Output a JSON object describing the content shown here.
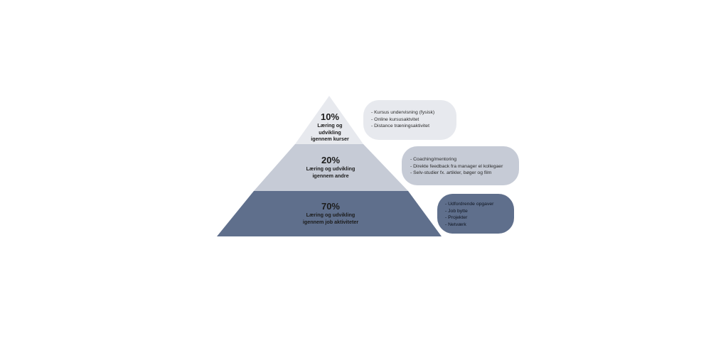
{
  "colors": {
    "tier_top": "#e7e9ee",
    "tier_middle": "#c6cbd6",
    "tier_bottom": "#5f6f8c"
  },
  "pyramid": {
    "tiers": [
      {
        "percent": "10%",
        "lines": [
          "Læring og",
          "udvikling",
          "igennem kurser"
        ]
      },
      {
        "percent": "20%",
        "lines": [
          "Læring og udvikling",
          "igennem andre"
        ]
      },
      {
        "percent": "70%",
        "lines": [
          "Læring og udvikling",
          "igennem job aktiviteter"
        ]
      }
    ]
  },
  "boxes": [
    {
      "items": [
        "- Kursus undervisning (fysisk)",
        "- Online kursusaktvitet",
        "- Distance træningsaktivitet"
      ]
    },
    {
      "items": [
        "- Coaching/mentoring",
        "- Direkte feedback fra manager el kollegaer",
        "- Selv-studier fx. artikler, bøger og film"
      ]
    },
    {
      "items": [
        "- Udfordrende opgaver",
        "- Job bytte",
        "- Projekter",
        "- Netværk"
      ]
    }
  ]
}
